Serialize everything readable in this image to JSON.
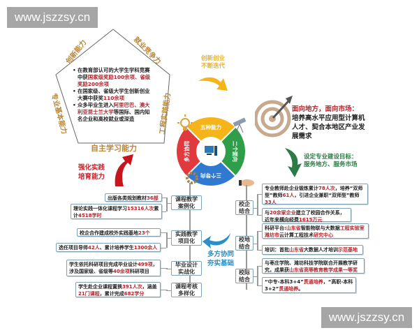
{
  "watermarks": [
    "www.jszzsy.cn",
    "www.jszzsy.cn"
  ],
  "pentagon": {
    "edges": {
      "top_left": "创新能力",
      "top_right": "就业竞争力",
      "left": "专业基本能力",
      "right": "工程实践能力",
      "bottom": "自主学习能力"
    },
    "bullets": [
      [
        {
          "t": "在教育部认可的大学生学科竞赛中获"
        },
        {
          "t": "国家级奖励100余项、省级奖励200余项",
          "red": true
        }
      ],
      [
        {
          "t": "在国家级、省级大学生创新创业大赛中获奖"
        },
        {
          "t": "110余项",
          "red": true
        }
      ],
      [
        {
          "t": "众多毕业生进入"
        },
        {
          "t": "阿里巴巴、澳大利亚昆士兰大学",
          "red": true
        },
        {
          "t": "等国际、国内知名企业和高校就业或深造"
        }
      ]
    ]
  },
  "labels": {
    "practice": [
      "强化实践",
      "培育能力"
    ],
    "innovation": [
      "创新创业",
      "不断迭代"
    ],
    "collab": [
      "多方协同",
      "夯实基础"
    ]
  },
  "target_text": {
    "heading": "面向地方，面向市场：",
    "body": "培养高水平应用型计算机人才、契合本地区产业发展需求"
  },
  "goal_text": {
    "line1": "设定专业建设目标：",
    "line2": "服务地方、服务市场"
  },
  "wheel": {
    "segments": [
      {
        "label": "五种能力",
        "color": "#f4b41a"
      },
      {
        "label": "二个面向",
        "color": "#2e9e4a"
      },
      {
        "label": "三个导向",
        "color": "#2f7ad0"
      },
      {
        "label": "多方协同",
        "color": "#e0393e"
      }
    ],
    "center_icon": "computer-icon"
  },
  "left_tree": [
    {
      "node": "课程教学案例化",
      "items": [
        [
          {
            "t": "出版各类规划教材"
          },
          {
            "t": "36部",
            "red": true
          }
        ],
        [
          {
            "t": "理论实践一体化课程学习"
          },
          {
            "t": "15316人次",
            "red": true
          },
          {
            "t": "累计"
          },
          {
            "t": "4518学时",
            "red": true
          }
        ]
      ]
    },
    {
      "node": "实践教学项目化",
      "items": [
        [
          {
            "t": "校企合作建成校外实践基地"
          },
          {
            "t": "23个",
            "red": true
          }
        ],
        [
          {
            "t": "选任项目导师"
          },
          {
            "t": "42人",
            "red": true
          },
          {
            "t": "、累计培养学生"
          },
          {
            "t": "1300余人",
            "red": true
          }
        ]
      ]
    },
    {
      "node": "毕业设计实战化",
      "items": [
        [
          {
            "t": "学生依托科研项目完成毕业设计"
          },
          {
            "t": "499项",
            "red": true
          },
          {
            "t": "，涉及国家级、省级等"
          },
          {
            "t": "40余项",
            "red": true
          },
          {
            "t": "科研项目"
          }
        ]
      ]
    },
    {
      "node": "课程考核多样化",
      "items": [
        [
          {
            "t": "学生赴企业课程置换"
          },
          {
            "t": "391人次",
            "red": true
          },
          {
            "t": "，涵盖"
          },
          {
            "t": "21门课程",
            "red": true
          },
          {
            "t": "，累计完成"
          },
          {
            "t": "682学分",
            "red": true
          }
        ]
      ]
    }
  ],
  "right_tree": [
    {
      "node": "校企结合",
      "items": [
        [
          {
            "t": "专业教师赴企业锻炼累计"
          },
          {
            "t": "78人次",
            "red": true
          },
          {
            "t": "，培养“双师型”教师"
          },
          {
            "t": "61人",
            "red": true
          },
          {
            "t": "，引进企业兼职“双师型”教师"
          },
          {
            "t": "33人",
            "red": true
          }
        ],
        [
          {
            "t": "与"
          },
          {
            "t": "20余家企业",
            "red": true
          },
          {
            "t": "建立了校园合作关系，近年来横向经费"
          },
          {
            "t": "1615万元",
            "red": true
          }
        ]
      ]
    },
    {
      "node": "校地结合",
      "items": [
        [
          {
            "t": "科研平台:"
          },
          {
            "t": "山东省",
            "red": true
          },
          {
            "t": "智能物联与大数据"
          },
          {
            "t": "工程实验室",
            "red": true
          },
          {
            "t": " "
          },
          {
            "t": "潍坊市",
            "red": true
          },
          {
            "t": "云计算工程技术"
          },
          {
            "t": "研究中心",
            "red": true
          }
        ],
        [
          {
            "t": "培训：首批"
          },
          {
            "t": "山东省",
            "red": true
          },
          {
            "t": "大数据人才培训"
          },
          {
            "t": "示范基地",
            "red": true
          }
        ]
      ]
    },
    {
      "node": "校际结合",
      "items": [
        [
          {
            "t": "与枣庄学院、潍坊科技学院联合开展教学研究，成果获"
          },
          {
            "t": "山东省高等教育教学成果一等奖",
            "red": true
          }
        ],
        [
          {
            "t": "“中专-本科3+4”"
          },
          {
            "t": "贯通培养",
            "red": true
          },
          {
            "t": "，“高职-本科3+2”"
          },
          {
            "t": "贯通培养",
            "red": true
          },
          {
            "t": "。"
          }
        ]
      ]
    }
  ],
  "colors": {
    "accent_red": "#b5222b",
    "edge_gold": "#b8863a",
    "goal_green": "#2d7a46",
    "collab_blue": "#2a8fc8"
  }
}
